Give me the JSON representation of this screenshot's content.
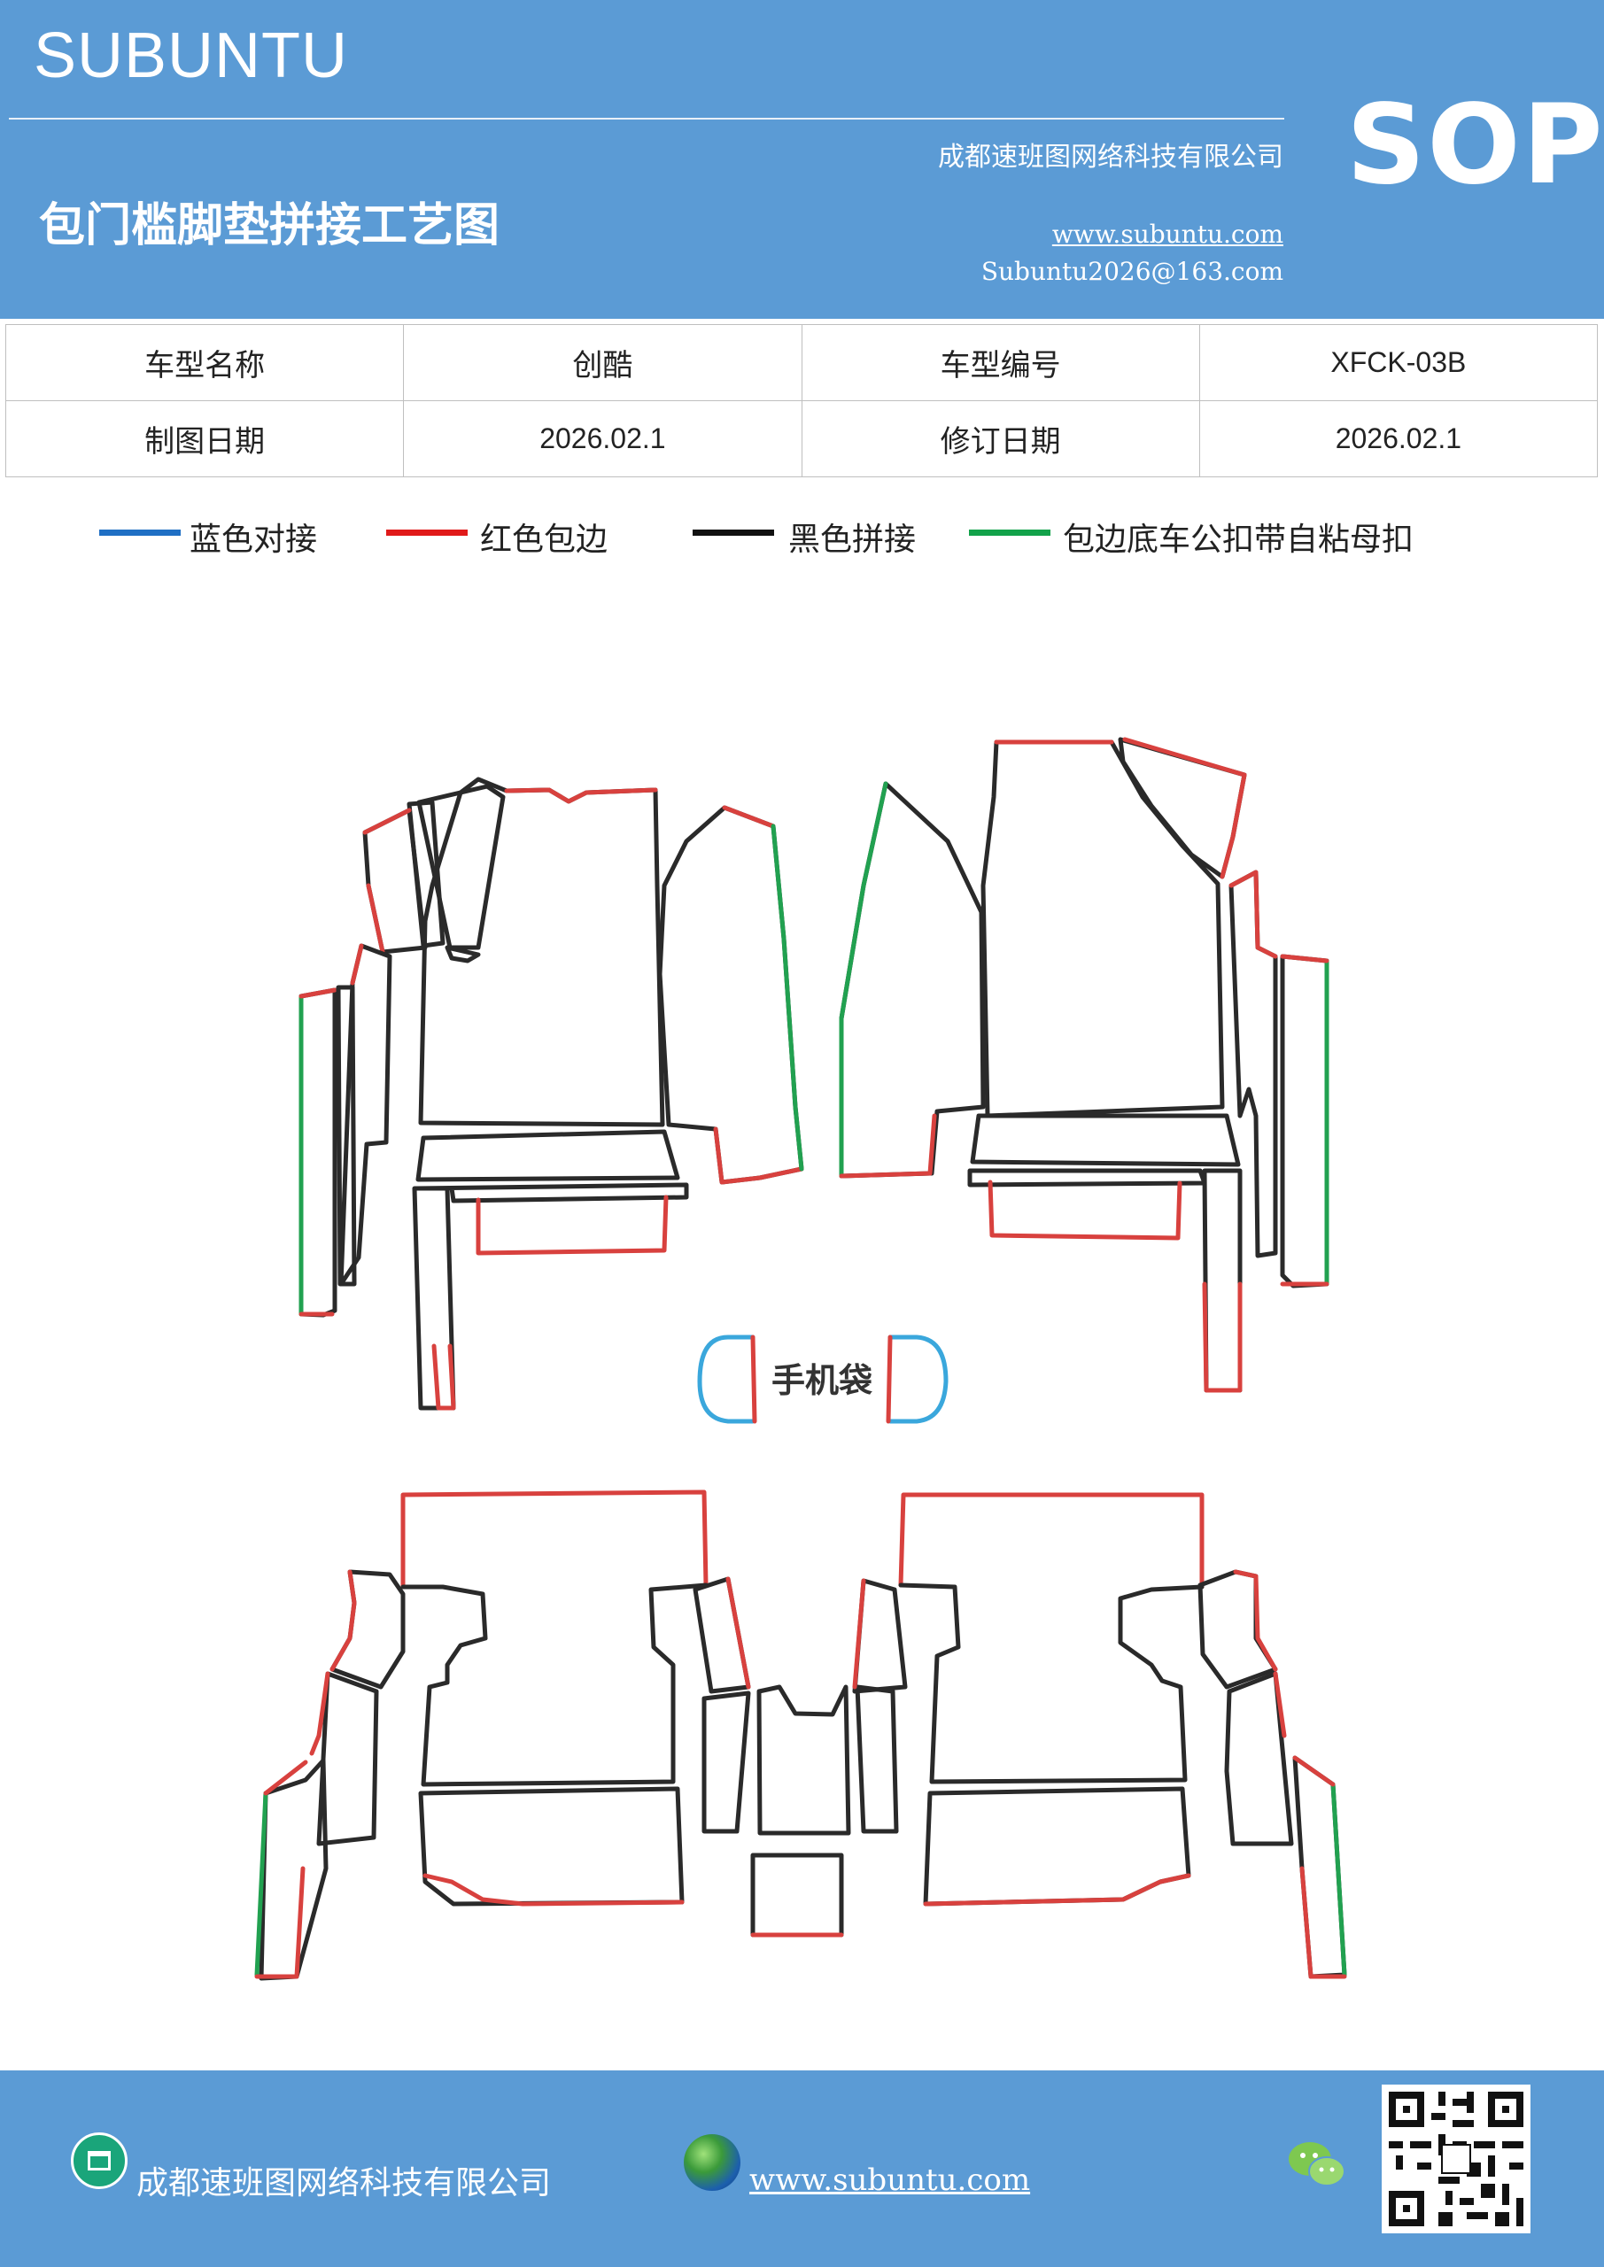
{
  "header": {
    "brand": "SUBUNTU",
    "title": "包门槛脚垫拼接工艺图",
    "company": "成都速班图网络科技有限公司",
    "website": "www.subuntu.com",
    "email": "Subuntu2026@163.com",
    "badge": "SOP"
  },
  "info_table": {
    "rows": [
      [
        "车型名称",
        "创酷",
        "车型编号",
        "XFCK-03B"
      ],
      [
        "制图日期",
        "2026.02.1",
        "修订日期",
        "2026.02.1"
      ]
    ]
  },
  "legend": [
    {
      "color": "#1f6fc4",
      "label": "蓝色对接"
    },
    {
      "color": "#e01a1a",
      "label": "红色包边"
    },
    {
      "color": "#111111",
      "label": "黑色拼接"
    },
    {
      "color": "#12a24a",
      "label": "包边底车公扣带自粘母扣"
    }
  ],
  "colors": {
    "black": "#2a2a2a",
    "red": "#d8413e",
    "green": "#21a150",
    "blue": "#3aa7dc"
  },
  "diagram": {
    "phone_bag_label": "手机袋"
  },
  "footer": {
    "company": "成都速班图网络科技有限公司",
    "website": "www.subuntu.com",
    "building_icon": "building-icon",
    "globe_icon": "globe-icon",
    "wechat_icon": "wechat-icon"
  }
}
